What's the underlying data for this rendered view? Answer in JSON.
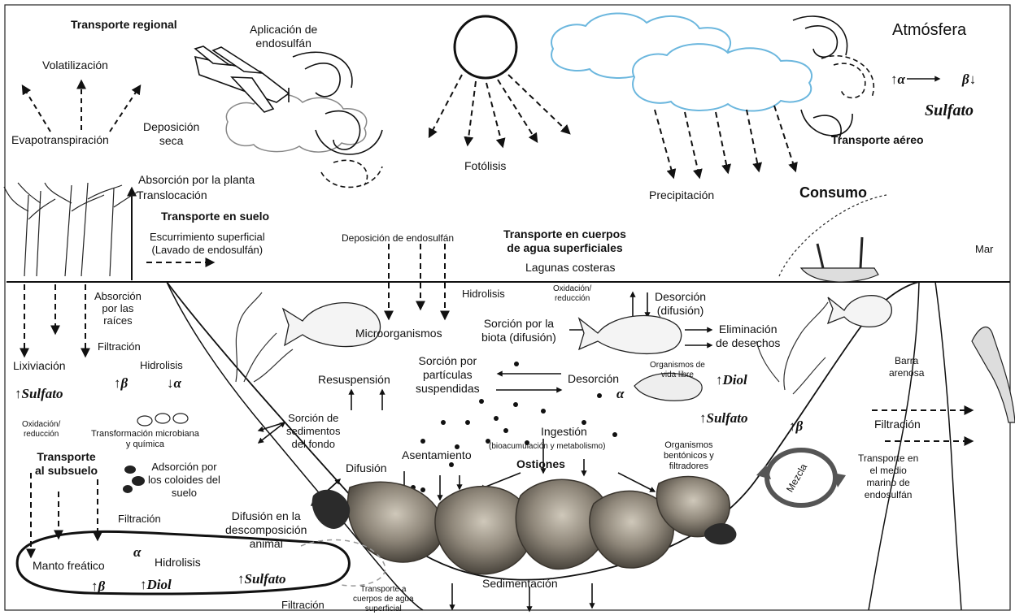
{
  "labels": {
    "transporte_regional": "Transporte regional",
    "aplicacion": "Aplicación de\nendosulfán",
    "atmosfera": "Atmósfera",
    "volatilizacion": "Volatilización",
    "deposicion_seca": "Deposición\nseca",
    "evapotranspiracion": "Evapotranspiración",
    "fotolisis": "Fotólisis",
    "transporte_aereo": "Transporte aéreo",
    "precipitacion": "Precipitación",
    "consumo": "Consumo",
    "absorcion_planta": "Absorción por la planta",
    "translocacion": "Translocación",
    "transporte_suelo": "Transporte en suelo",
    "escurrimiento": "Escurrimiento superficial\n(Lavado de endosulfán)",
    "deposicion_endosulfan": "Deposición de endosulfán",
    "transporte_cuerpos": "Transporte en cuerpos\nde agua superficiales",
    "lagunas": "Lagunas costeras",
    "mar": "Mar",
    "absorcion_raices": "Absorción\npor las\nraíces",
    "hidrolisis_top": "Hidrolisis",
    "oxidacion_top": "Oxidación/\nreducción",
    "desorcion_difusion": "Desorción\n(difusión)",
    "microorganismos": "Microorganismos",
    "sorcion_biota": "Sorción por la\nbiota (difusión)",
    "eliminacion": "Eliminación\nde desechos",
    "filtracion_left": "Filtración",
    "lixiviacion": "Lixiviación",
    "hidrolisis_left": "Hidrolisis",
    "resuspension": "Resuspensión",
    "sorcion_particulas": "Sorción por\npartículas\nsuspendidas",
    "desorcion": "Desorción",
    "organismos_vida": "Organismos de\nvida libre",
    "barra": "Barra\narenosa",
    "oxidacion_left": "Oxidación/\nreducción",
    "transformacion": "Transformación microbiana\ny química",
    "sorcion_sedimentos": "Sorción de\nsedimentos\ndel fondo",
    "ingestion": "Ingestión",
    "bioacumulacion": "(bioacumulación y metabolismo)",
    "organismos_bent": "Organismos\nbentónicos y\nfiltradores",
    "filtracion_right": "Filtración",
    "transporte_subsuelo": "Transporte\nal subsuelo",
    "adsorcion": "Adsorción por\nlos coloides del\nsuelo",
    "difusion": "Difusión",
    "asentamiento": "Asentamiento",
    "ostiones": "Ostiones",
    "mezcla": "Mezcla",
    "transporte_marino": "Transporte en\nel medio\nmarino de\nendosulfán",
    "filtracion_mid": "Filtración",
    "difusion_descomp": "Difusión en la\ndescomposición\nanimal",
    "manto": "Manto freático",
    "hidrolisis_bottom": "Hidrolisis",
    "sedimentacion": "Sedimentación",
    "filtracion_bottom": "Filtración",
    "transporte_superficial": "Transporte a\ncuerpos de agua\nsuperficial"
  },
  "chem": {
    "alpha": "α",
    "beta": "β",
    "sulfato": "Sulfato",
    "diol": "Diol",
    "up": "↑",
    "down": "↓"
  },
  "colors": {
    "ink": "#111111",
    "shell": "#8a8378",
    "cloud": "#7fbfe0",
    "mezcla": "#555555"
  }
}
